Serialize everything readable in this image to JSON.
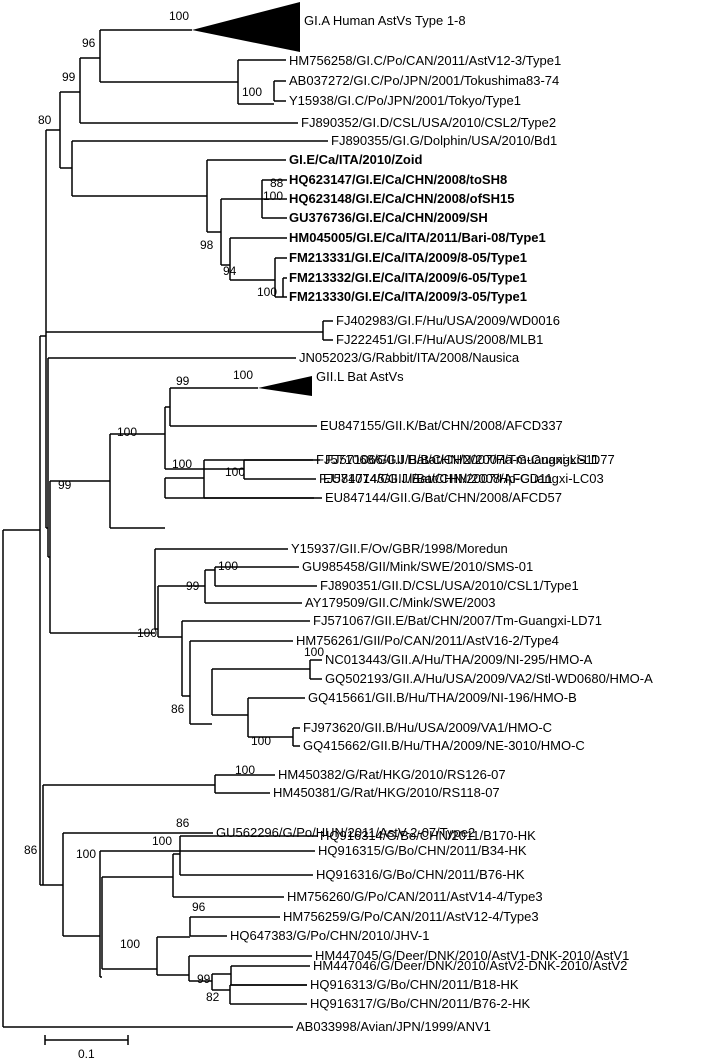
{
  "tree": {
    "collapsed_clades": [
      {
        "id": "gia",
        "label": "GI.A Human AstVs Type 1-8",
        "bootstrap": "100"
      },
      {
        "id": "giil",
        "label": "GII.L Bat AstVs",
        "bootstrap": "100"
      }
    ],
    "leaves": [
      {
        "id": "hm756258",
        "label": "HM756258/GI.C/Po/CAN/2011/AstV12-3/Type1",
        "bold": false
      },
      {
        "id": "ab037272",
        "label": "AB037272/GI.C/Po/JPN/2001/Tokushima83-74",
        "bold": false
      },
      {
        "id": "y15938",
        "label": "Y15938/GI.C/Po/JPN/2001/Tokyo/Type1",
        "bold": false
      },
      {
        "id": "fj890352",
        "label": "FJ890352/GI.D/CSL/USA/2010/CSL2/Type2",
        "bold": false
      },
      {
        "id": "fj890355",
        "label": "FJ890355/GI.G/Dolphin/USA/2010/Bd1",
        "bold": false
      },
      {
        "id": "zoid",
        "label": "GI.E/Ca/ITA/2010/Zoid",
        "bold": true
      },
      {
        "id": "hq623147",
        "label": "HQ623147/GI.E/Ca/CHN/2008/toSH8",
        "bold": true
      },
      {
        "id": "hq623148",
        "label": "HQ623148/GI.E/Ca/CHN/2008/ofSH15",
        "bold": true
      },
      {
        "id": "gu376736",
        "label": "GU376736/GI.E/Ca/CHN/2009/SH",
        "bold": true
      },
      {
        "id": "hm045005",
        "label": "HM045005/GI.E/Ca/ITA/2011/Bari-08/Type1",
        "bold": true
      },
      {
        "id": "fm213331",
        "label": "FM213331/GI.E/Ca/ITA/2009/8-05/Type1",
        "bold": true
      },
      {
        "id": "fm213332",
        "label": "FM213332/GI.E/Ca/ITA/2009/6-05/Type1",
        "bold": true
      },
      {
        "id": "fm213330",
        "label": "FM213330/GI.E/Ca/ITA/2009/3-05/Type1",
        "bold": true
      },
      {
        "id": "fj402983",
        "label": "FJ402983/GI.F/Hu/USA/2009/WD0016",
        "bold": false
      },
      {
        "id": "fj222451",
        "label": "FJ222451/GI.F/Hu/AUS/2008/MLB1",
        "bold": false
      },
      {
        "id": "jn052023",
        "label": "JN052023/G/Rabbit/ITA/2008/Nausica",
        "bold": false
      },
      {
        "id": "eu847155",
        "label": "EU847155/GII.K/Bat/CHN/2008/AFCD337",
        "bold": false
      },
      {
        "id": "fj571068",
        "label": "FJ571068/GII.J/Bat/CHN/2007/Ha-Guangxi-LS11",
        "bold": false
      },
      {
        "id": "fj571074",
        "label": "FJ571074/GII.J/Bat/CHN/2007/Hp-Guangxi-LC03",
        "bold": false
      },
      {
        "id": "fj571066",
        "label": "FJ571066/GII.H/Bat/CHN/2007/Tm-Guangxi-LD77",
        "bold": false
      },
      {
        "id": "eu847145",
        "label": "EU847145/GII.I/Bat/CHN/2008/AFCD11",
        "bold": false
      },
      {
        "id": "eu847144",
        "label": "EU847144/GII.G/Bat/CHN/2008/AFCD57",
        "bold": false
      },
      {
        "id": "y15937",
        "label": "Y15937/GII.F/Ov/GBR/1998/Moredun",
        "bold": false
      },
      {
        "id": "gu985458",
        "label": "GU985458/GII/Mink/SWE/2010/SMS-01",
        "bold": false
      },
      {
        "id": "fj890351",
        "label": "FJ890351/GII.D/CSL/USA/2010/CSL1/Type1",
        "bold": false
      },
      {
        "id": "ay179509",
        "label": "AY179509/GII.C/Mink/SWE/2003",
        "bold": false
      },
      {
        "id": "fj571067",
        "label": "FJ571067/GII.E/Bat/CHN/2007/Tm-Guangxi-LD71",
        "bold": false
      },
      {
        "id": "hm756261",
        "label": "HM756261/GII/Po/CAN/2011/AstV16-2/Type4",
        "bold": false
      },
      {
        "id": "nc013443",
        "label": "NC013443/GII.A/Hu/THA/2009/NI-295/HMO-A",
        "bold": false
      },
      {
        "id": "gq502193",
        "label": "GQ502193/GII.A/Hu/USA/2009/VA2/Stl-WD0680/HMO-A",
        "bold": false
      },
      {
        "id": "gq415661",
        "label": "GQ415661/GII.B/Hu/THA/2009/NI-196/HMO-B",
        "bold": false
      },
      {
        "id": "fj973620",
        "label": "FJ973620/GII.B/Hu/USA/2009/VA1/HMO-C",
        "bold": false
      },
      {
        "id": "gq415662",
        "label": "GQ415662/GII.B/Hu/THA/2009/NE-3010/HMO-C",
        "bold": false
      },
      {
        "id": "hm450382",
        "label": "HM450382/G/Rat/HKG/2010/RS126-07",
        "bold": false
      },
      {
        "id": "hm450381",
        "label": "HM450381/G/Rat/HKG/2010/RS118-07",
        "bold": false
      },
      {
        "id": "gu562296",
        "label": "GU562296/G/Po/HUN/2011/AstV-2-07/Type2",
        "bold": false
      },
      {
        "id": "hq916315",
        "label": "HQ916315/G/Bo/CHN/2011/B34-HK",
        "bold": false
      },
      {
        "id": "hq916314",
        "label": "HQ916314/G/Bo/CHN/2011/B170-HK",
        "bold": false
      },
      {
        "id": "hq916316",
        "label": "HQ916316/G/Bo/CHN/2011/B76-HK",
        "bold": false
      },
      {
        "id": "hm756260",
        "label": "HM756260/G/Po/CAN/2011/AstV14-4/Type3",
        "bold": false
      },
      {
        "id": "hm756259",
        "label": "HM756259/G/Po/CAN/2011/AstV12-4/Type3",
        "bold": false
      },
      {
        "id": "hq647383",
        "label": "HQ647383/G/Po/CHN/2010/JHV-1",
        "bold": false
      },
      {
        "id": "hm447045",
        "label": "HM447045/G/Deer/DNK/2010/AstV1-DNK-2010/AstV1",
        "bold": false
      },
      {
        "id": "hm447046",
        "label": "HM447046/G/Deer/DNK/2010/AstV2-DNK-2010/AstV2",
        "bold": false
      },
      {
        "id": "hq916313",
        "label": "HQ916313/G/Bo/CHN/2011/B18-HK",
        "bold": false
      },
      {
        "id": "hq916317",
        "label": "HQ916317/G/Bo/CHN/2011/B76-2-HK",
        "bold": false
      },
      {
        "id": "ab033998",
        "label": "AB033998/Avian/JPN/1999/ANV1",
        "bold": false
      }
    ],
    "bootstraps": [
      {
        "id": "b96",
        "value": "96"
      },
      {
        "id": "b99a",
        "value": "99"
      },
      {
        "id": "b80",
        "value": "80"
      },
      {
        "id": "b100yc",
        "value": "100"
      },
      {
        "id": "b88",
        "value": "88"
      },
      {
        "id": "b100hq",
        "value": "100"
      },
      {
        "id": "b98",
        "value": "98"
      },
      {
        "id": "b94",
        "value": "94"
      },
      {
        "id": "b100fm",
        "value": "100"
      },
      {
        "id": "b99bat",
        "value": "99"
      },
      {
        "id": "b100bat",
        "value": "100"
      },
      {
        "id": "b100gj",
        "value": "100"
      },
      {
        "id": "b100gh",
        "value": "100"
      },
      {
        "id": "b99gii",
        "value": "99"
      },
      {
        "id": "b100gu",
        "value": "100"
      },
      {
        "id": "b99cs",
        "value": "99"
      },
      {
        "id": "b100mid",
        "value": "100"
      },
      {
        "id": "b100nc",
        "value": "100"
      },
      {
        "id": "b86hmo",
        "value": "86"
      },
      {
        "id": "b100vc",
        "value": "100"
      },
      {
        "id": "b100rat",
        "value": "100"
      },
      {
        "id": "b86g",
        "value": "86"
      },
      {
        "id": "b86bo",
        "value": "86"
      },
      {
        "id": "b100bo",
        "value": "100"
      },
      {
        "id": "b100bo2",
        "value": "100"
      },
      {
        "id": "b96po",
        "value": "96"
      },
      {
        "id": "b100g2",
        "value": "100"
      },
      {
        "id": "b99bo",
        "value": "99"
      },
      {
        "id": "b82",
        "value": "82"
      }
    ],
    "scale_bar": {
      "label": "0.1"
    }
  }
}
